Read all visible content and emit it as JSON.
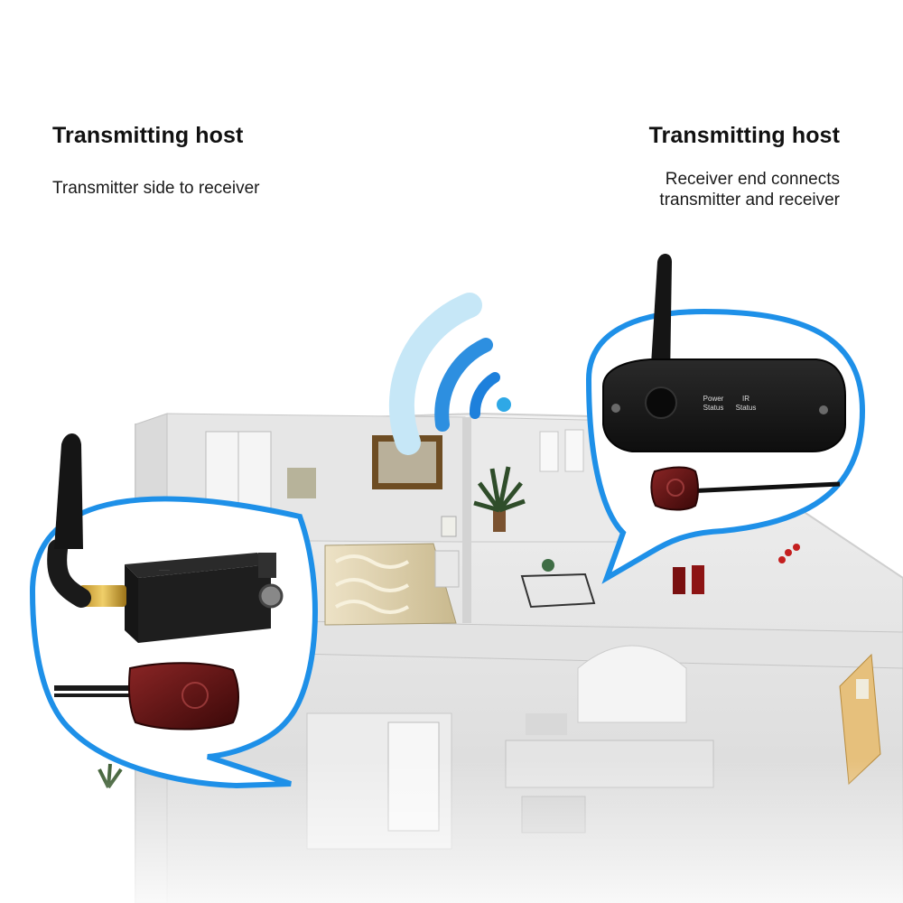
{
  "left_caption": {
    "title": "Transmitting host",
    "description": "Transmitter side to receiver"
  },
  "right_caption": {
    "title": "Transmitting host",
    "description_line1": "Receiver end connects",
    "description_line2": "transmitter and receiver"
  },
  "receiver_panel": {
    "power_label_line1": "Power",
    "power_label_line2": "Status",
    "ir_label_line1": "IR",
    "ir_label_line2": "Status"
  },
  "colors": {
    "bubble_border": "#1e90e8",
    "signal_outer": "#c9e8f7",
    "signal_mid": "#2d8fe0",
    "signal_inner": "#1d80dc",
    "device_body": "#1c1c1c",
    "ir_eye": "#5a1414"
  }
}
